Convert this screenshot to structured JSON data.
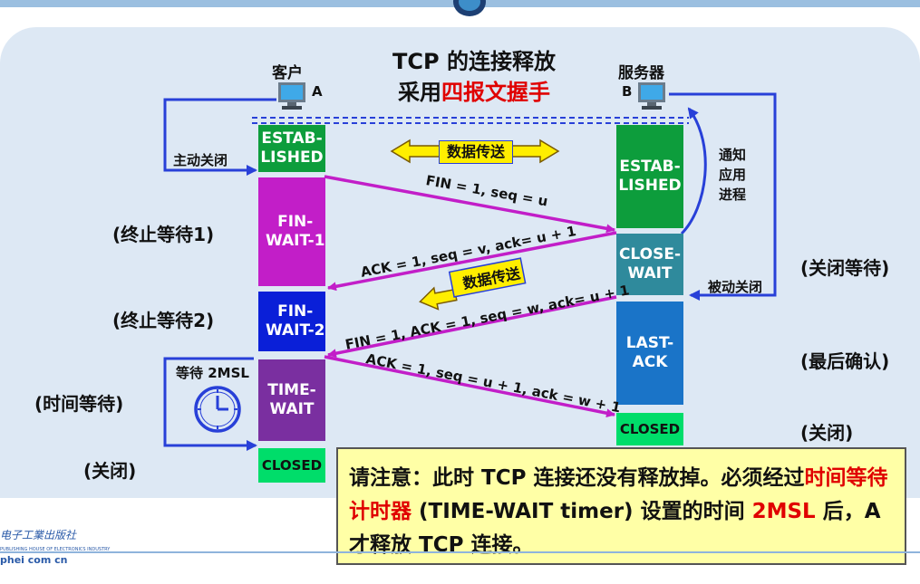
{
  "title_line1": "TCP 的连接释放",
  "title_line2_prefix": "采用",
  "title_line2_highlight": "四报文握手",
  "client_label": "客户",
  "client_letter": "A",
  "server_label": "服务器",
  "server_letter": "B",
  "active_close": "主动关闭",
  "notify_app": "通知\n应用\n进程",
  "passive_close": "被动关闭",
  "data_transfer_1": "数据传送",
  "data_transfer_2": "数据传送",
  "wait_2msl": "等待 2MSL",
  "client_states": {
    "established": "ESTAB-\nLISHED",
    "fin_wait_1": "FIN-\nWAIT-1",
    "fin_wait_2": "FIN-\nWAIT-2",
    "time_wait": "TIME-\nWAIT",
    "closed": "CLOSED"
  },
  "server_states": {
    "established": "ESTAB-\nLISHED",
    "close_wait": "CLOSE-\nWAIT",
    "last_ack": "LAST-\nACK",
    "closed": "CLOSED"
  },
  "left_labels": {
    "fin_wait_1": "(终止等待1)",
    "fin_wait_2": "(终止等待2)",
    "time_wait": "(时间等待)",
    "closed": "(关闭)"
  },
  "right_labels": {
    "close_wait": "(关闭等待)",
    "last_ack": "(最后确认)",
    "closed": "(关闭)"
  },
  "messages": {
    "m1": "FIN = 1, seq = u",
    "m2": "ACK = 1, seq = v, ack= u + 1",
    "m3": "FIN = 1, ACK = 1, seq = w, ack= u + 1",
    "m4": "ACK = 1, seq = u + 1, ack = w + 1"
  },
  "note": {
    "part1": "请注意：此时 TCP 连接还没有释放掉。必须经过",
    "highlight1": "时间等待计时器",
    "part2": " (TIME-WAIT timer) 设置的时间 ",
    "highlight2": "2MSL",
    "part3": " 后，A 才释放 TCP 连接。"
  },
  "publisher_line1": "电子工業出版社",
  "publisher_line2": "PUBLISHING HOUSE OF ELECTRONICS INDUSTRY",
  "publisher_url": "phei com cn",
  "colors": {
    "green": "#0d9d3c",
    "magenta": "#c21ec8",
    "blue": "#0a1fd8",
    "purple": "#7a2fa0",
    "teal": "#2f8a9c",
    "lightblue": "#1a74c8",
    "closed": "#00dd6a",
    "arrow": "#c21ec8",
    "loop": "#2840d8"
  }
}
